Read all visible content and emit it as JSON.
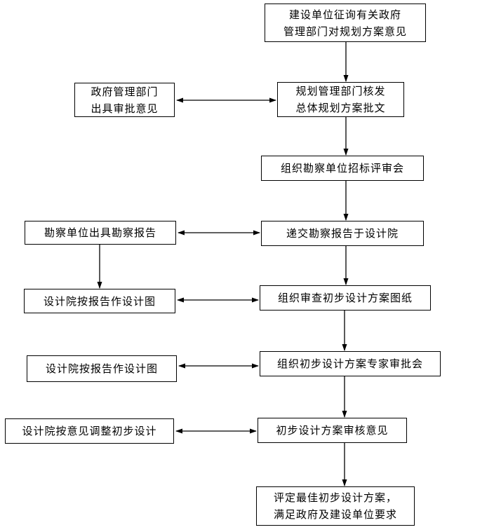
{
  "nodes": {
    "n1": [
      "建设单位征询有关政府",
      "管理部门对规划方案意见"
    ],
    "n2": [
      "规划管理部门核发",
      "总体规划方案批文"
    ],
    "n3": [
      "政府管理部门",
      "出具审批意见"
    ],
    "n4": [
      "组织勘察单位招标评审会"
    ],
    "n5": [
      "递交勘察报告于设计院"
    ],
    "n6": [
      "勘察单位出具勘察报告"
    ],
    "n7": [
      "组织审查初步设计方案图纸"
    ],
    "n8": [
      "设计院按报告作设计图"
    ],
    "n9": [
      "组织初步设计方案专家审批会"
    ],
    "n10": [
      "设计院按报告作设计图"
    ],
    "n11": [
      "初步设计方案审核意见"
    ],
    "n12": [
      "设计院按意见调整初步设计"
    ],
    "n13": [
      "评定最佳初步设计方案，",
      "满足政府及建设单位要求"
    ]
  },
  "edges": [
    {
      "from": "n1",
      "to": "n2",
      "arrow": "end"
    },
    {
      "from": "n3",
      "to": "n2",
      "arrow": "both"
    },
    {
      "from": "n2",
      "to": "n4",
      "arrow": "end"
    },
    {
      "from": "n4",
      "to": "n5",
      "arrow": "end"
    },
    {
      "from": "n6",
      "to": "n5",
      "arrow": "both"
    },
    {
      "from": "n6",
      "to": "n8",
      "arrow": "end"
    },
    {
      "from": "n5",
      "to": "n7",
      "arrow": "end"
    },
    {
      "from": "n8",
      "to": "n7",
      "arrow": "both"
    },
    {
      "from": "n7",
      "to": "n9",
      "arrow": "end"
    },
    {
      "from": "n10",
      "to": "n9",
      "arrow": "both"
    },
    {
      "from": "n9",
      "to": "n11",
      "arrow": "end"
    },
    {
      "from": "n12",
      "to": "n11",
      "arrow": "both"
    },
    {
      "from": "n11",
      "to": "n13",
      "arrow": "end"
    }
  ]
}
